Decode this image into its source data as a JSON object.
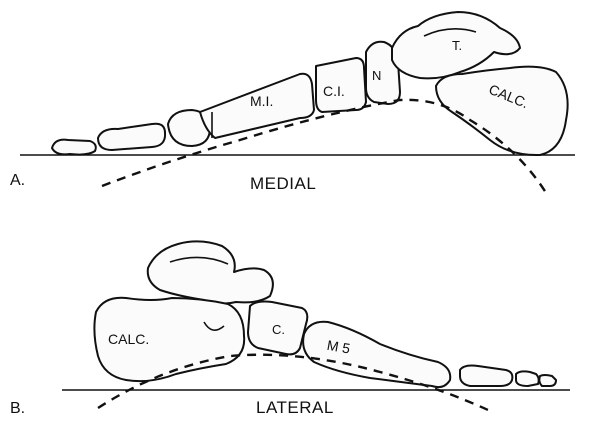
{
  "panel_a": {
    "letter": "A.",
    "caption": "MEDIAL",
    "bone_labels": {
      "m1": "M.I.",
      "c1": "C.I.",
      "navicular": "N",
      "talus": "T.",
      "calcaneus": "CALC."
    }
  },
  "panel_b": {
    "letter": "B.",
    "caption": "LATERAL",
    "bone_labels": {
      "calcaneus": "CALC.",
      "cuboid": "C.",
      "m5": "M 5"
    }
  },
  "colors": {
    "ink": "#111111",
    "paper": "#ffffff"
  }
}
